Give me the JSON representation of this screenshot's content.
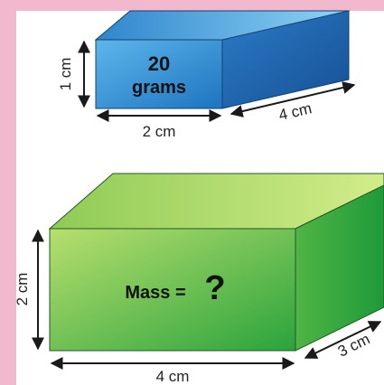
{
  "colors": {
    "border_pink": "#f2b8cd",
    "blue_light": "#6cc2f0",
    "blue_dark": "#1a5fa6",
    "green_light": "#b6dd6a",
    "green_dark": "#22a03a",
    "ink": "#1a1a1a"
  },
  "small_block": {
    "mass_value": "20",
    "mass_unit": "grams",
    "height_label": "1 cm",
    "width_label": "2 cm",
    "depth_label": "4 cm"
  },
  "large_block": {
    "mass_label": "Mass =",
    "unknown_symbol": "?",
    "height_label": "2 cm",
    "width_label": "4 cm",
    "depth_label": "3 cm"
  }
}
